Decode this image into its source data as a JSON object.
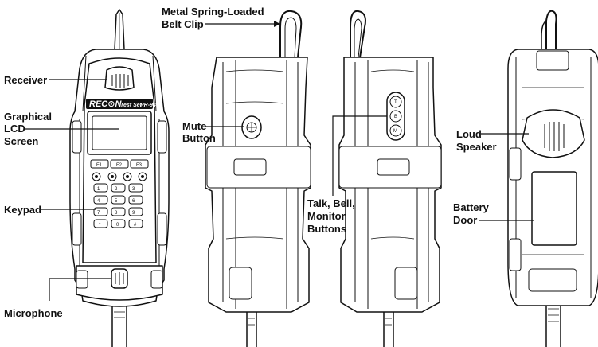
{
  "brand": {
    "logo": "REC⊙N",
    "model": "Test Set",
    "code": "PR-94"
  },
  "labels": {
    "receiver": "Receiver",
    "lcd_line1": "Graphical",
    "lcd_line2": "LCD",
    "lcd_line3": "Screen",
    "keypad": "Keypad",
    "microphone": "Microphone",
    "clip_line1": "Metal Spring-Loaded",
    "clip_line2": "Belt Clip",
    "mute_line1": "Mute",
    "mute_line2": "Button",
    "tbm_line1": "Talk, Bell,",
    "tbm_line2": "Monitor",
    "tbm_line3": "Buttons",
    "speaker_line1": "Loud",
    "speaker_line2": "Speaker",
    "battery_line1": "Battery",
    "battery_line2": "Door"
  },
  "keypad": {
    "function_keys": [
      "F1",
      "F2",
      "F3"
    ],
    "digits": [
      [
        "1",
        "2",
        "3"
      ],
      [
        "4",
        "5",
        "6"
      ],
      [
        "7",
        "8",
        "9"
      ],
      [
        "*",
        "0",
        "#"
      ]
    ]
  },
  "side_buttons": [
    "T",
    "B",
    "M"
  ]
}
